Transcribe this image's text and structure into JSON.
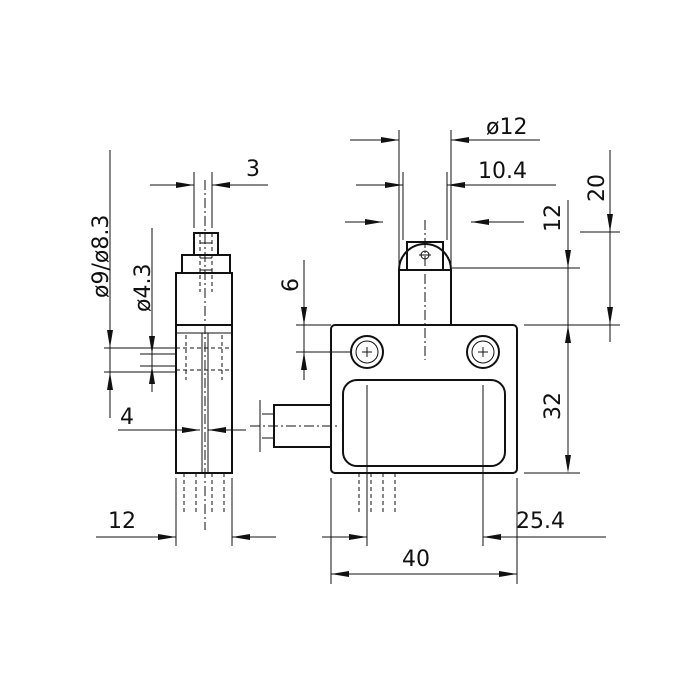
{
  "dimensions": {
    "side_roller_width": "3",
    "side_dia_outer": "ø9/ø8.3",
    "side_dia_inner": "ø4.3",
    "side_cable_offset": "4",
    "side_body_width": "12",
    "front_mount_hole": "6",
    "front_roller_dia": "ø12",
    "front_roller_width": "10.4",
    "front_roller_gap": "12",
    "front_top_height": "20",
    "front_body_height": "32",
    "front_hole_spacing": "25.4",
    "front_body_width": "40"
  }
}
